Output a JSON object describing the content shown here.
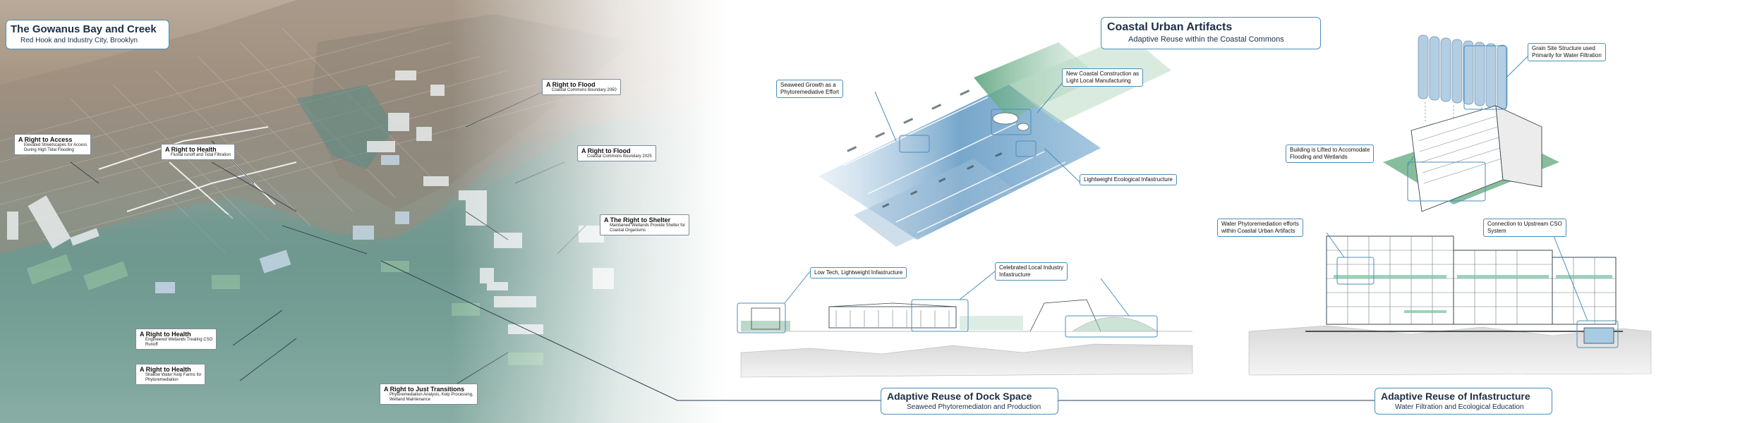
{
  "map_title": {
    "title": "The Gowanus Bay and Creek",
    "subtitle": "Red Hook and Industry City, Brooklyn"
  },
  "map_labels": [
    {
      "key": "access",
      "title": "A Right to Access",
      "lines": [
        "Elevated Streetscapes for Access",
        "During High Tidal Flooding"
      ]
    },
    {
      "key": "health-1",
      "title": "A Right to Health",
      "lines": [
        "Fluvial runoff and Tidal Filtration"
      ]
    },
    {
      "key": "flood-2050",
      "title": "A Right to Flood",
      "lines": [
        "Coastal Commons Boundary 2050"
      ]
    },
    {
      "key": "flood-2025",
      "title": "A Right to Flood",
      "lines": [
        "Coastal Commons Boundary 2025"
      ]
    },
    {
      "key": "shelter",
      "title": "A The Right to Shelter",
      "lines": [
        "Maintained Wetlands Provide Shelter for",
        "Coastal Organisms"
      ]
    },
    {
      "key": "health-2",
      "title": "A Right to Health",
      "lines": [
        "Engineered Wetlands Treating CSO",
        "Runoff"
      ]
    },
    {
      "key": "health-3",
      "title": "A Right to Health",
      "lines": [
        "Shallow Water Kelp Farms for",
        "Phytoremediation"
      ]
    },
    {
      "key": "transitions",
      "title": "A Right to Just Transitions",
      "lines": [
        "Phytoremediation Analysis, Kelp Processing,",
        "Wetland Maintenance"
      ]
    }
  ],
  "main_title": {
    "title": "Coastal Urban Artifacts",
    "subtitle": "Adaptive Reuse within the Coastal Commons"
  },
  "dock_labels": [
    {
      "key": "seaweed",
      "lines": [
        "Seaweed Growth as a",
        "Phytoremediative Effort"
      ]
    },
    {
      "key": "new-construction",
      "lines": [
        "New Coastal Construction as",
        "Light Local Manufacturing"
      ]
    },
    {
      "key": "lightweight-eco",
      "lines": [
        "Lightweight Ecological Infastructure"
      ]
    },
    {
      "key": "low-tech",
      "lines": [
        "Low Tech, Lightweight Infastructure"
      ]
    },
    {
      "key": "celebrated",
      "lines": [
        "Celebrated Local Industry",
        "Infastructure"
      ]
    }
  ],
  "grain_labels": [
    {
      "key": "grain-site",
      "lines": [
        "Grain Site Structure used",
        "Primarily for Water Filtration"
      ]
    },
    {
      "key": "lifted",
      "lines": [
        "Building is Lifted to Accomodate",
        "Flooding and Wetlands"
      ]
    },
    {
      "key": "phyto-efforts",
      "lines": [
        "Water Phytoremediation efforts",
        "within Coastal Urban Artifacts"
      ]
    },
    {
      "key": "cso-connection",
      "lines": [
        "Connection to Upstream CSO",
        "System"
      ]
    }
  ],
  "dock_title": {
    "title": "Adaptive Reuse of Dock Space",
    "subtitle": "Seaweed Phytoremediaton and Production"
  },
  "infra_title": {
    "title": "Adaptive Reuse of Infastructure",
    "subtitle": "Water Filtration and Ecological Education"
  },
  "colors": {
    "accent_blue": "#4a8fb8",
    "wetland_green": "#6aa882",
    "water_blue": "#7fa9c8",
    "title_navy": "#1a2f46"
  }
}
